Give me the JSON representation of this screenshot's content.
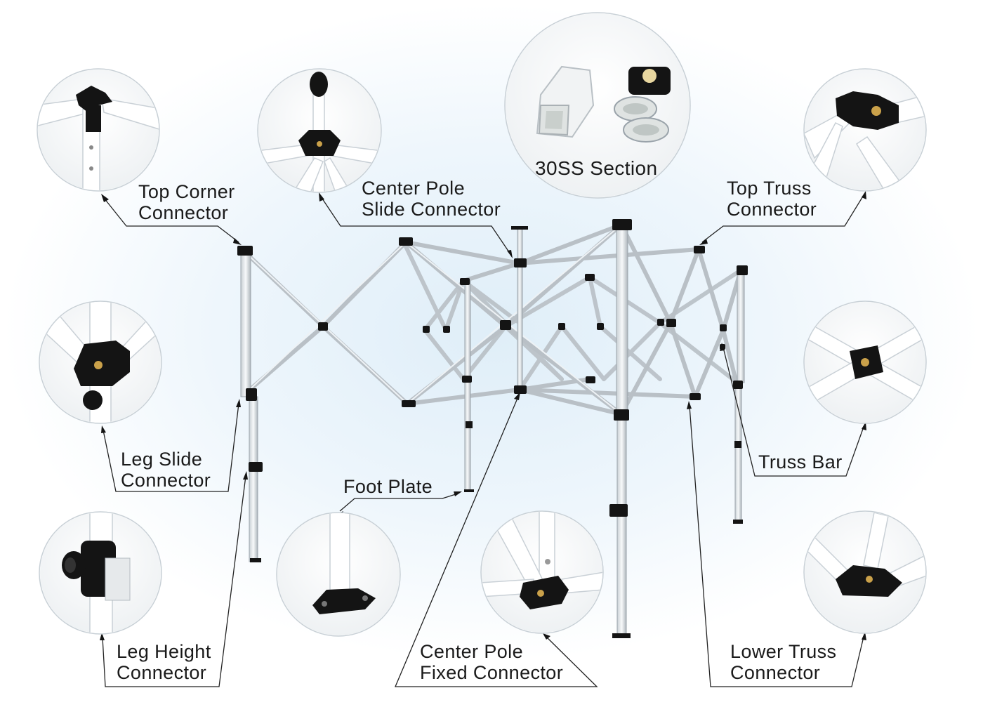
{
  "labels": {
    "top_corner_line1": "Top Corner",
    "top_corner_line2": "Connector",
    "center_pole_slide_line1": "Center Pole",
    "center_pole_slide_line2": "Slide Connector",
    "section": "30SS Section",
    "top_truss_line1": "Top Truss",
    "top_truss_line2": "Connector",
    "leg_slide_line1": "Leg Slide",
    "leg_slide_line2": "Connector",
    "truss_bar": "Truss Bar",
    "foot_plate": "Foot Plate",
    "leg_height_line1": "Leg Height",
    "leg_height_line2": "Connector",
    "center_pole_fixed_line1": "Center Pole",
    "center_pole_fixed_line2": "Fixed Connector",
    "lower_truss_line1": "Lower Truss",
    "lower_truss_line2": "Connector"
  },
  "colors": {
    "frame": "#b9c0c6",
    "connector": "#141414",
    "text": "#1a1a1a",
    "background": "#eef6fc"
  },
  "icons": [
    "top-corner-connector-photo",
    "center-pole-slide-connector-photo",
    "section-profile-photo",
    "top-truss-connector-photo",
    "leg-slide-connector-photo",
    "truss-bar-photo",
    "leg-height-connector-photo",
    "foot-plate-photo",
    "center-pole-fixed-connector-photo",
    "lower-truss-connector-photo"
  ]
}
